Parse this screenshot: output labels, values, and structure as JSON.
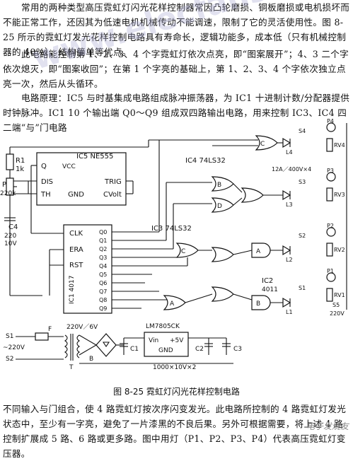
{
  "paragraphs": {
    "p1": "常用的两种类型高压霓虹灯闪光花样控制器常因凸轮磨损、铜板磨损或电机损坏而不能正常工作，还因其为低速电机机械传动不能调速，限制了它的灵活使用性。图 8-25 所示的霓虹灯发光花样控制电路具有寿命长，逻辑功能多，成本低（只有机械控制器的 40%），结构简单等优点。",
    "p2": "此电路能控制第 1、2、3、4 个字霓虹灯依次点亮，即“图案展开”；4、3 二个字依次熄灭，即“图案收回”；在第 1 个字亮的基础上，第 1、2、3、4 个字依次独立点亮一次，然后从头循环。",
    "p3": "电路原理：IC5 与时基集成电路组成脉冲振荡器，为 IC1 十进制计数/分配器提供时钟脉冲。IC1 10 个输出端 Q0～Q9 组成双四路输出电路，用来控制 IC3、IC4 四二端“与”门电路",
    "p4": "不同输入与门组合，使 4 路霓虹灯按次序闪变发光。此电路所控制的 4 路霓虹灯发光状态中，至少有一字亮，避免了一片漆黑的不良后果。另外可根据需要，将上述 4 路控制扩展成 5 路、6 路或更多路。图中用灯（P1、P2、P3、P4）代表高压霓虹灯变压器。"
  },
  "figure": {
    "caption": "图 8-25  霓虹灯闪光花样控制电路",
    "ic5": "IC5  NE555",
    "ic4": "IC4  74LS32",
    "ic3": "IC3  74LS32",
    "ic1": "IC1  4017",
    "ic2": "IC2",
    "ic2_part": "4011",
    "reg": "LM7805CK",
    "reg_in": "Vin",
    "reg_out": "+5V",
    "reg_gnd": "GND",
    "vcc": "VCC",
    "pins555": [
      "Q",
      "DIS",
      "TH",
      "GND",
      "TRIG",
      "CVolt"
    ],
    "pins4017": [
      "CLK",
      "ERA",
      "RST"
    ],
    "q_outputs": [
      "Q0",
      "Q1",
      "Q2",
      "Q3",
      "Q4",
      "Q5",
      "Q6",
      "Q7",
      "Q8",
      "Q9"
    ],
    "r1": "R1",
    "r1_val": "1k",
    "p": "P",
    "p_val": "220k",
    "c4": "C4",
    "c4_val": "220",
    "c4_v": "10V",
    "transformer": "220V／6V",
    "mains": "~220V",
    "s1": "S1",
    "s2": "S2",
    "f": "F",
    "t": "T",
    "b": "B",
    "c1": "C1",
    "c2": "C2",
    "c3": "C3",
    "cap_val": "1000×10V×2",
    "triac_rating": "12A／400V×4",
    "lamps": [
      "P1",
      "P2",
      "P3",
      "P4"
    ],
    "rvs": [
      "RV1",
      "RV2",
      "RV3",
      "RV4"
    ],
    "switches": [
      "S1",
      "S2",
      "S3",
      "S4"
    ],
    "leds": [
      "L1",
      "L2",
      "L3",
      "L4"
    ],
    "s5": "S5",
    "s5_v": "220V",
    "gate_letters": [
      "A",
      "B",
      "C",
      "D"
    ]
  },
  "watermark": "www.elecfans.com",
  "corner_mark": "电子发烧友"
}
